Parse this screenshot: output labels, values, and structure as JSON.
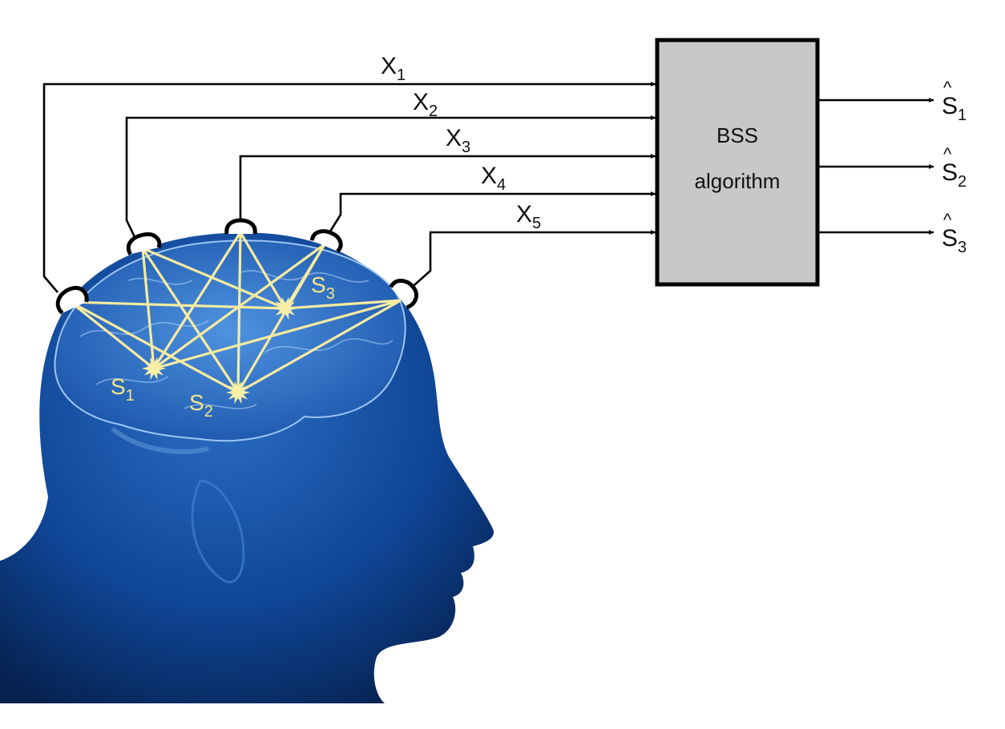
{
  "block": {
    "line1": "BSS",
    "line2": "algorithm"
  },
  "inputs": [
    {
      "label": "X",
      "sub": "1"
    },
    {
      "label": "X",
      "sub": "2"
    },
    {
      "label": "X",
      "sub": "3"
    },
    {
      "label": "X",
      "sub": "4"
    },
    {
      "label": "X",
      "sub": "5"
    }
  ],
  "outputs": [
    {
      "hat": "^",
      "label": "S",
      "sub": "1"
    },
    {
      "hat": "^",
      "label": "S",
      "sub": "2"
    },
    {
      "hat": "^",
      "label": "S",
      "sub": "3"
    }
  ],
  "sources": [
    {
      "label": "S",
      "sub": "1"
    },
    {
      "label": "S",
      "sub": "2"
    },
    {
      "label": "S",
      "sub": "3"
    }
  ],
  "colors": {
    "head": "#0d3f8a",
    "brain": "#2f6fc4",
    "rays": "#f6eba0",
    "box": "#c8c8c8"
  }
}
